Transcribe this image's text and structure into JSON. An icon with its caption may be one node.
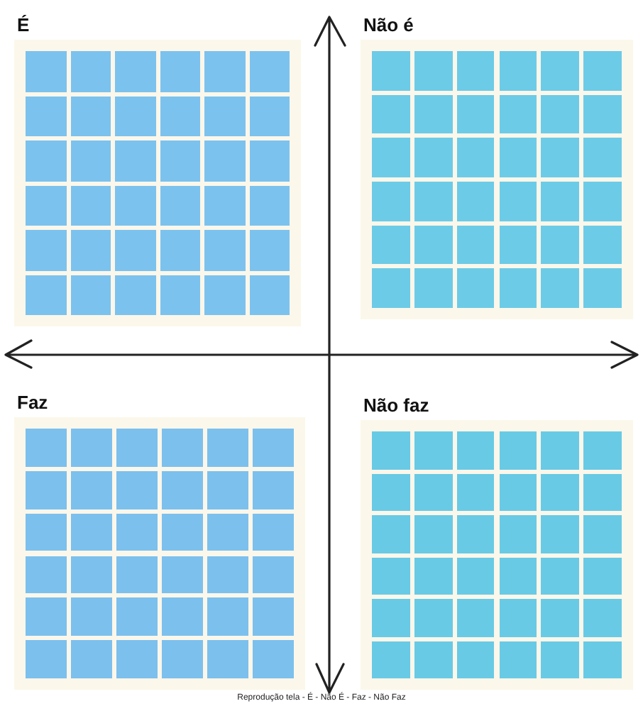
{
  "diagram": {
    "caption": "Reprodução tela - É - Não É - Faz - Não Faz",
    "nodes": [
      {
        "text": [
          "É"
        ]
      },
      {
        "text": [],
        "shape": "box",
        "in": 0
      },
      {
        "text": [],
        "shape": "box",
        "in": 0
      },
      {
        "text": [],
        "shape": "box",
        "in": 0
      },
      {
        "text": [],
        "shape": "box",
        "in": 0
      },
      {
        "text": [],
        "shape": "box",
        "in": 0
      },
      {
        "text": [],
        "shape": "box",
        "in": 0
      },
      {
        "text": [],
        "shape": "box",
        "in": 0
      },
      {
        "text": [],
        "shape": "box",
        "in": 0
      },
      {
        "text": [],
        "shape": "box",
        "in": 0
      },
      {
        "text": [],
        "shape": "box",
        "in": 0
      },
      {
        "text": [],
        "shape": "box",
        "in": 0
      },
      {
        "text": [],
        "shape": "box",
        "in": 0
      },
      {
        "text": [],
        "shape": "box",
        "in": 0
      },
      {
        "text": [],
        "shape": "box",
        "in": 0
      },
      {
        "text": [],
        "shape": "box",
        "in": 0
      },
      {
        "text": [],
        "shape": "box",
        "in": 0
      },
      {
        "text": [],
        "shape": "box",
        "in": 0
      },
      {
        "text": [],
        "shape": "box",
        "in": 0
      },
      {
        "text": [],
        "shape": "box",
        "in": 0
      },
      {
        "text": [],
        "shape": "box",
        "in": 0
      },
      {
        "text": [],
        "shape": "box",
        "in": 0
      },
      {
        "text": [],
        "shape": "box",
        "in": 0
      },
      {
        "text": [],
        "shape": "box",
        "in": 0
      },
      {
        "text": [],
        "shape": "box",
        "in": 0
      },
      {
        "text": [],
        "shape": "box",
        "in": 0
      },
      {
        "text": [],
        "shape": "box",
        "in": 0
      },
      {
        "text": [],
        "shape": "box",
        "in": 0
      },
      {
        "text": [],
        "shape": "box",
        "in": 0
      },
      {
        "text": [],
        "shape": "box",
        "in": 0
      },
      {
        "text": [],
        "shape": "box",
        "in": 0
      },
      {
        "text": [],
        "shape": "box",
        "in": 0
      },
      {
        "text": [],
        "shape": "box",
        "in": 0
      },
      {
        "text": [],
        "shape": "box",
        "in": 0
      },
      {
        "text": [],
        "shape": "box",
        "in": 0
      },
      {
        "text": [],
        "shape": "box",
        "in": 0
      },
      {
        "text": [],
        "shape": "box",
        "in": 0
      },
      {
        "text": [
          "Não é"
        ]
      },
      {
        "text": [],
        "shape": "box",
        "in": 37
      },
      {
        "text": [],
        "shape": "box",
        "in": 37
      },
      {
        "text": [],
        "shape": "box",
        "in": 37
      },
      {
        "text": [],
        "shape": "box",
        "in": 37
      },
      {
        "text": [],
        "shape": "box",
        "in": 37
      },
      {
        "text": [],
        "shape": "box",
        "in": 37
      },
      {
        "text": [],
        "shape": "box",
        "in": 37
      },
      {
        "text": [],
        "shape": "box",
        "in": 37
      },
      {
        "text": [],
        "shape": "box",
        "in": 37
      },
      {
        "text": [],
        "shape": "box",
        "in": 37
      },
      {
        "text": [],
        "shape": "box",
        "in": 37
      },
      {
        "text": [],
        "shape": "box",
        "in": 37
      },
      {
        "text": [],
        "shape": "box",
        "in": 37
      },
      {
        "text": [],
        "shape": "box",
        "in": 37
      },
      {
        "text": [],
        "shape": "box",
        "in": 37
      },
      {
        "text": [],
        "shape": "box",
        "in": 37
      },
      {
        "text": [],
        "shape": "box",
        "in": 37
      },
      {
        "text": [],
        "shape": "box",
        "in": 37
      },
      {
        "text": [],
        "shape": "box",
        "in": 37
      },
      {
        "text": [],
        "shape": "box",
        "in": 37
      },
      {
        "text": [],
        "shape": "box",
        "in": 37
      },
      {
        "text": [],
        "shape": "box",
        "in": 37
      },
      {
        "text": [],
        "shape": "box",
        "in": 37
      },
      {
        "text": [],
        "shape": "box",
        "in": 37
      },
      {
        "text": [],
        "shape": "box",
        "in": 37
      },
      {
        "text": [],
        "shape": "box",
        "in": 37
      },
      {
        "text": [],
        "shape": "box",
        "in": 37
      },
      {
        "text": [],
        "shape": "box",
        "in": 37
      },
      {
        "text": [],
        "shape": "box",
        "in": 37
      },
      {
        "text": [],
        "shape": "box",
        "in": 37
      },
      {
        "text": [],
        "shape": "box",
        "in": 37
      },
      {
        "text": [],
        "shape": "box",
        "in": 37
      },
      {
        "text": [],
        "shape": "box",
        "in": 37
      },
      {
        "text": [],
        "shape": "box",
        "in": 37
      },
      {
        "text": [],
        "shape": "box",
        "in": 37
      },
      {
        "text": [],
        "shape": "box",
        "in": 37
      },
      {
        "text": [
          "Faz"
        ]
      },
      {
        "text": [],
        "shape": "box",
        "in": 74
      },
      {
        "text": [],
        "shape": "box",
        "in": 74
      },
      {
        "text": [],
        "shape": "box",
        "in": 74
      },
      {
        "text": [],
        "shape": "box",
        "in": 74
      },
      {
        "text": [],
        "shape": "box",
        "in": 74
      },
      {
        "text": [],
        "shape": "box",
        "in": 74
      },
      {
        "text": [],
        "shape": "box",
        "in": 74
      },
      {
        "text": [],
        "shape": "box",
        "in": 74
      },
      {
        "text": [],
        "shape": "box",
        "in": 74
      },
      {
        "text": [],
        "shape": "box",
        "in": 74
      },
      {
        "text": [],
        "shape": "box",
        "in": 74
      },
      {
        "text": [],
        "shape": "box",
        "in": 74
      },
      {
        "text": [],
        "shape": "box",
        "in": 74
      },
      {
        "text": [],
        "shape": "box",
        "in": 74
      },
      {
        "text": [],
        "shape": "box",
        "in": 74
      },
      {
        "text": [],
        "shape": "box",
        "in": 74
      },
      {
        "text": [],
        "shape": "box",
        "in": 74
      },
      {
        "text": [],
        "shape": "box",
        "in": 74
      },
      {
        "text": [],
        "shape": "box",
        "in": 74
      },
      {
        "text": [],
        "shape": "box",
        "in": 74
      },
      {
        "text": [],
        "shape": "box",
        "in": 74
      },
      {
        "text": [],
        "shape": "box",
        "in": 74
      },
      {
        "text": [],
        "shape": "box",
        "in": 74
      },
      {
        "text": [],
        "shape": "box",
        "in": 74
      },
      {
        "text": [],
        "shape": "box",
        "in": 74
      },
      {
        "text": [],
        "shape": "box",
        "in": 74
      },
      {
        "text": [],
        "shape": "box",
        "in": 74
      },
      {
        "text": [],
        "shape": "box",
        "in": 74
      },
      {
        "text": [],
        "shape": "box",
        "in": 74
      },
      {
        "text": [],
        "shape": "box",
        "in": 74
      },
      {
        "text": [],
        "shape": "box",
        "in": 74
      },
      {
        "text": [],
        "shape": "box",
        "in": 74
      },
      {
        "text": [],
        "shape": "box",
        "in": 74
      },
      {
        "text": [],
        "shape": "box",
        "in": 74
      },
      {
        "text": [],
        "shape": "box",
        "in": 74
      },
      {
        "text": [],
        "shape": "box",
        "in": 74
      },
      {
        "text": [
          "Não faz"
        ]
      },
      {
        "text": [],
        "shape": "box",
        "in": 111
      },
      {
        "text": [],
        "shape": "box",
        "in": 111
      },
      {
        "text": [],
        "shape": "box",
        "in": 111
      },
      {
        "text": [],
        "shape": "box",
        "in": 111
      },
      {
        "text": [],
        "shape": "box",
        "in": 111
      },
      {
        "text": [],
        "shape": "box",
        "in": 111
      },
      {
        "text": [],
        "shape": "box",
        "in": 111
      },
      {
        "text": [],
        "shape": "box",
        "in": 111
      },
      {
        "text": [],
        "shape": "box",
        "in": 111
      },
      {
        "text": [],
        "shape": "box",
        "in": 111
      },
      {
        "text": [],
        "shape": "box",
        "in": 111
      },
      {
        "text": [],
        "shape": "box",
        "in": 111
      },
      {
        "text": [],
        "shape": "box",
        "in": 111
      },
      {
        "text": [],
        "shape": "box",
        "in": 111
      },
      {
        "text": [],
        "shape": "box",
        "in": 111
      },
      {
        "text": [],
        "shape": "box",
        "in": 111
      },
      {
        "text": [],
        "shape": "box",
        "in": 111
      },
      {
        "text": [],
        "shape": "box",
        "in": 111
      },
      {
        "text": [],
        "shape": "box",
        "in": 111
      },
      {
        "text": [],
        "shape": "box",
        "in": 111
      },
      {
        "text": [],
        "shape": "box",
        "in": 111
      },
      {
        "text": [],
        "shape": "box",
        "in": 111
      },
      {
        "text": [],
        "shape": "box",
        "in": 111
      },
      {
        "text": [],
        "shape": "box",
        "in": 111
      },
      {
        "text": [],
        "shape": "box",
        "in": 111
      },
      {
        "text": [],
        "shape": "box",
        "in": 111
      },
      {
        "text": [],
        "shape": "box",
        "in": 111
      },
      {
        "text": [],
        "shape": "box",
        "in": 111
      },
      {
        "text": [],
        "shape": "box",
        "in": 111
      },
      {
        "text": [],
        "shape": "box",
        "in": 111
      },
      {
        "text": [],
        "shape": "box",
        "in": 111
      },
      {
        "text": [],
        "shape": "box",
        "in": 111
      },
      {
        "text": [],
        "shape": "box",
        "in": 111
      },
      {
        "text": [],
        "shape": "box",
        "in": 111
      },
      {
        "text": [],
        "shape": "box",
        "in": 111
      },
      {
        "text": [],
        "shape": "box",
        "in": 111
      }
    ]
  }
}
